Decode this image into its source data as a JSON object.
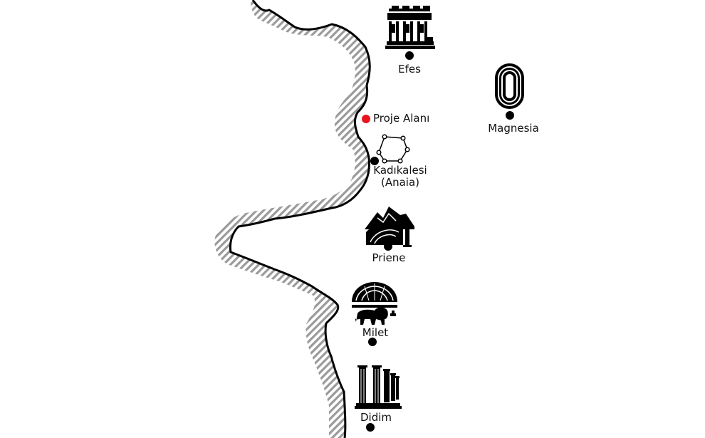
{
  "map": {
    "colors": {
      "coast": "#000000",
      "hatch": "#9a9a9a",
      "marker": "#000000",
      "project_marker": "#e8141e"
    },
    "places": {
      "efes": {
        "label": "Efes",
        "icon": "library-of-celsus-icon"
      },
      "magnesia": {
        "label": "Magnesia",
        "icon": "stadium-icon"
      },
      "proje": {
        "label": "Proje Alanı",
        "icon": "red-dot-icon"
      },
      "kadikalesi": {
        "label_line1": "Kadıkalesi",
        "label_line2": "(Anaia)",
        "icon": "fortress-outline-icon"
      },
      "priene": {
        "label": "Priene",
        "icon": "theatre-mountain-icon"
      },
      "milet": {
        "label": "Milet",
        "icon": "theatre-lion-icon"
      },
      "didim": {
        "label": "Didim",
        "icon": "columns-temple-icon"
      }
    }
  }
}
